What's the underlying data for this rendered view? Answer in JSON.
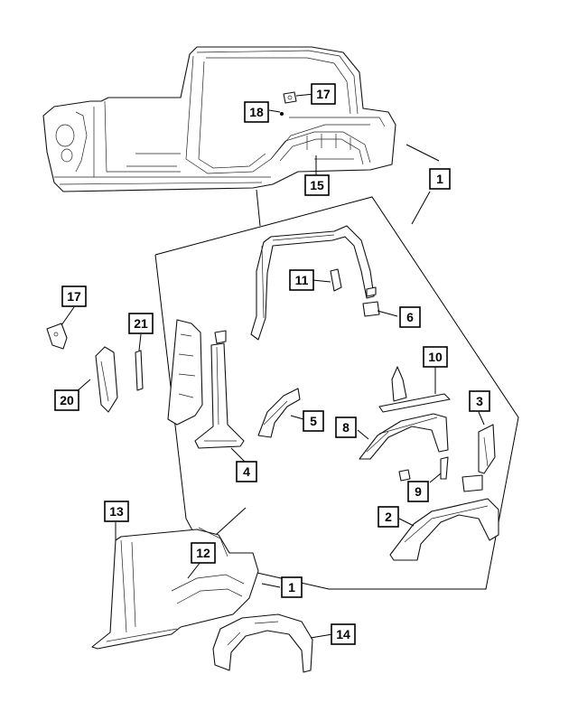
{
  "colors": {
    "line": "#000000",
    "background": "#ffffff"
  },
  "callouts": [
    {
      "id": "c1a",
      "label": "1"
    },
    {
      "id": "c1b",
      "label": "1"
    },
    {
      "id": "c2",
      "label": "2"
    },
    {
      "id": "c3",
      "label": "3"
    },
    {
      "id": "c4",
      "label": "4"
    },
    {
      "id": "c5",
      "label": "5"
    },
    {
      "id": "c6",
      "label": "6"
    },
    {
      "id": "c8",
      "label": "8"
    },
    {
      "id": "c9",
      "label": "9"
    },
    {
      "id": "c10",
      "label": "10"
    },
    {
      "id": "c11",
      "label": "11"
    },
    {
      "id": "c12",
      "label": "12"
    },
    {
      "id": "c13",
      "label": "13"
    },
    {
      "id": "c14",
      "label": "14"
    },
    {
      "id": "c15",
      "label": "15"
    },
    {
      "id": "c17a",
      "label": "17"
    },
    {
      "id": "c17b",
      "label": "17"
    },
    {
      "id": "c18",
      "label": "18"
    },
    {
      "id": "c20",
      "label": "20"
    },
    {
      "id": "c21",
      "label": "21"
    }
  ]
}
